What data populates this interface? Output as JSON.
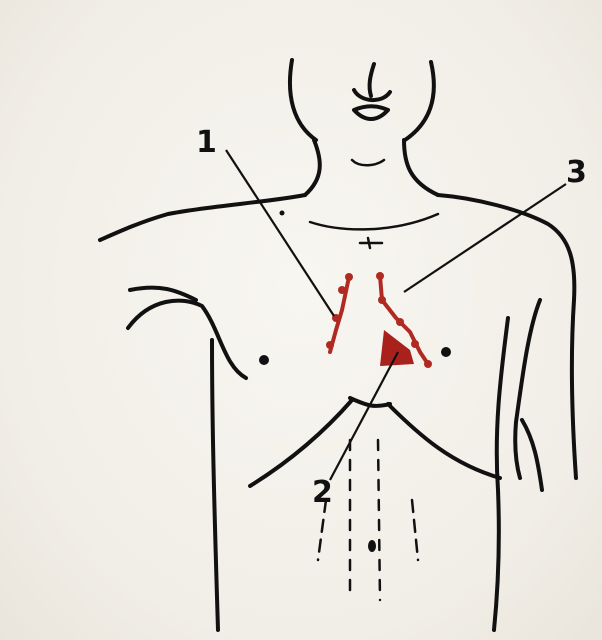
{
  "figure": {
    "callouts": [
      {
        "id": "1",
        "label": "1"
      },
      {
        "id": "2",
        "label": "2"
      },
      {
        "id": "3",
        "label": "3"
      }
    ],
    "colors": {
      "ink": "#111111",
      "marking": "#b02a22",
      "paper": "#f3f0ea"
    }
  }
}
